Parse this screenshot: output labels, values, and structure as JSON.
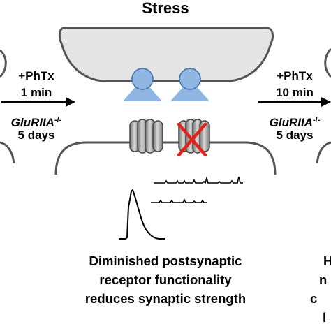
{
  "title": "Stress",
  "left_condition": {
    "drug": "+PhTx",
    "time": "1 min",
    "genotype": "GluRIIA",
    "genotype_sup": "-/-",
    "duration": "5 days"
  },
  "right_condition": {
    "drug": "+PhTx",
    "time": "10 min",
    "genotype": "GluRIIA",
    "genotype_sup": "-/-",
    "duration": "5 days"
  },
  "caption": {
    "line1": "Diminished postsynaptic",
    "line2": "receptor functionality",
    "line3": "reduces synaptic strength"
  },
  "right_edge_text": {
    "line1": "H",
    "line2": "n",
    "line3": "c",
    "line4": "l"
  },
  "colors": {
    "presynaptic_fill": "#e4e4e4",
    "vesicle_blue": "#8fb6e3",
    "receptor_gray": "#9a9a9a",
    "block_cross": "#e2231a",
    "outline": "#555555"
  }
}
